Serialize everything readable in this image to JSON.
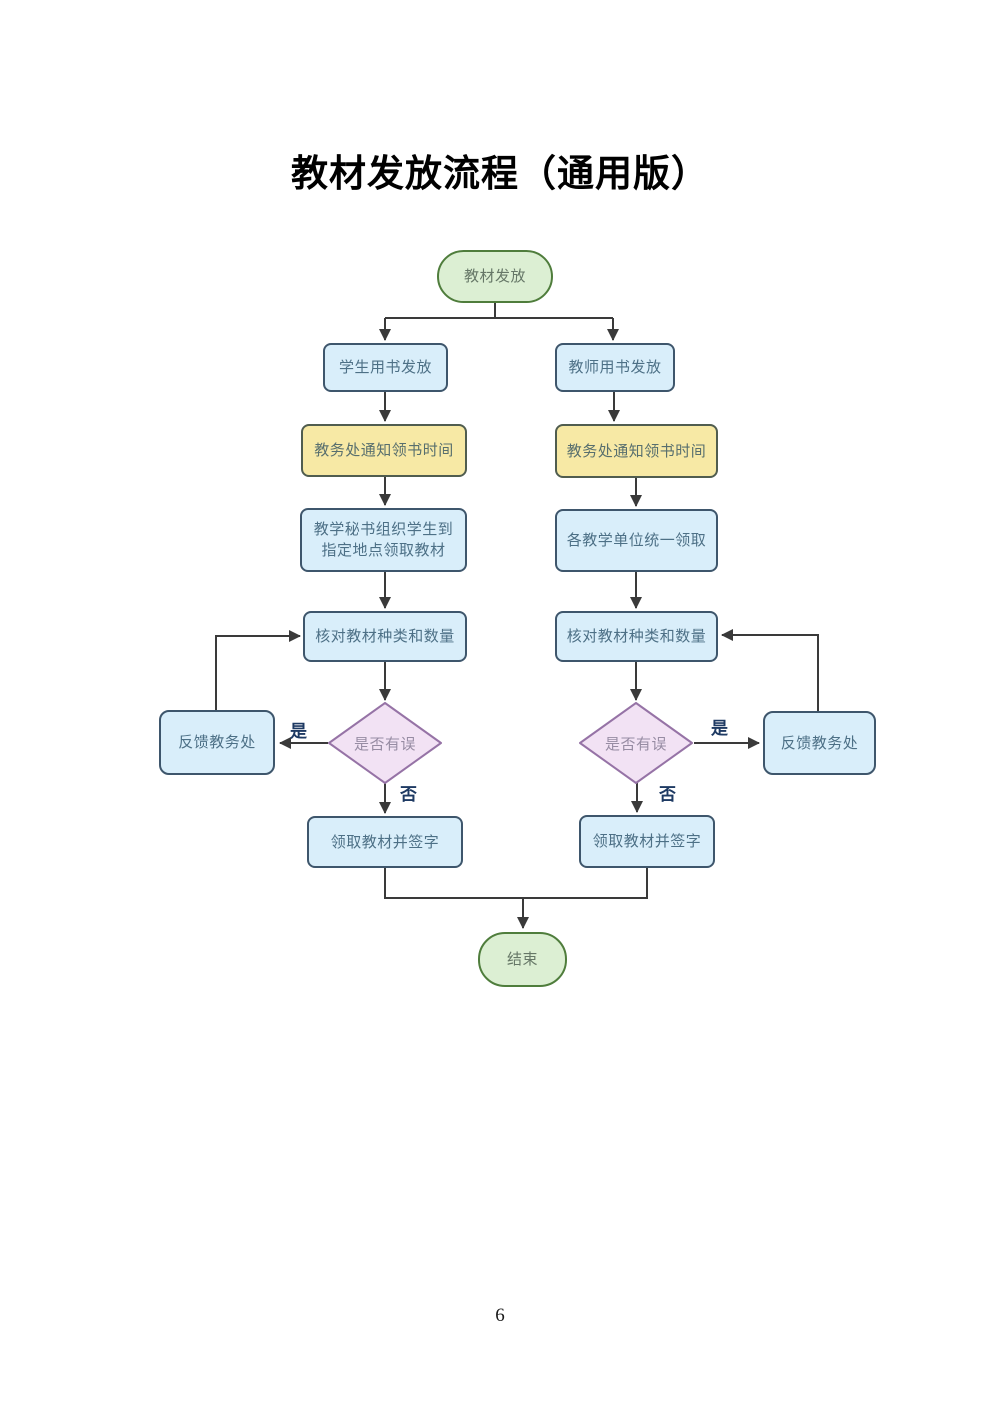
{
  "page": {
    "title": "教材发放流程（通用版）",
    "page_number": "6"
  },
  "flowchart": {
    "start": "教材发放",
    "end": "结束",
    "left_branch": {
      "step1": "学生用书发放",
      "step2": "教务处通知领书时间",
      "step3_line1": "教学秘书组织学生到",
      "step3_line2": "指定地点领取教材",
      "step4": "核对教材种类和数量",
      "decision": "是否有误",
      "feedback": "反馈教务处",
      "step5": "领取教材并签字",
      "label_yes": "是",
      "label_no": "否"
    },
    "right_branch": {
      "step1": "教师用书发放",
      "step2": "教务处通知领书时间",
      "step3": "各教学单位统一领取",
      "step4": "核对教材种类和数量",
      "decision": "是否有误",
      "feedback": "反馈教务处",
      "step5": "领取教材并签字",
      "label_yes": "是",
      "label_no": "否"
    },
    "colors": {
      "terminal_fill": "#dcefd3",
      "terminal_border": "#4f7d3c",
      "process_fill": "#d9eefa",
      "process_border": "#3e566c",
      "process_text": "#4d7086",
      "notice_fill": "#f7e9a5",
      "notice_border": "#505d4f",
      "decision_fill": "#f2e2f4",
      "decision_border": "#9673a6",
      "connector": "#3a3a3a",
      "edge_label_text": "#1e3a63"
    }
  }
}
